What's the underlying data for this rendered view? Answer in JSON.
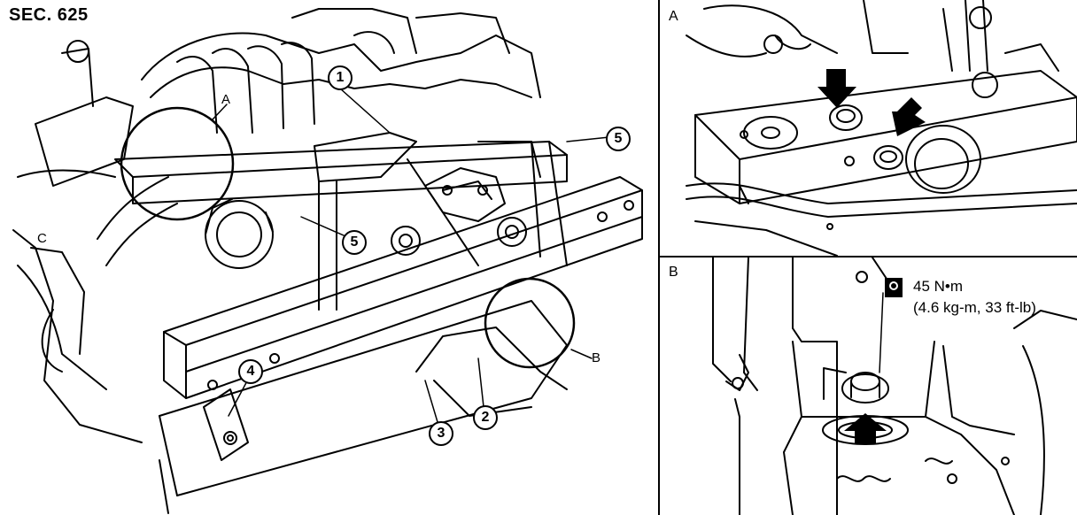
{
  "section": "SEC. 625",
  "main": {
    "callouts": [
      "1",
      "2",
      "3",
      "4",
      "5",
      "5"
    ],
    "detail_labels": [
      "A",
      "B",
      "C"
    ]
  },
  "panel_a": {
    "label": "A"
  },
  "panel_b": {
    "label": "B",
    "torque_value": "45 N•m",
    "torque_alt": "(4.6 kg-m, 33 ft-lb)"
  },
  "icons": [
    "torque-wrench-icon",
    "arrow-down-icon",
    "arrow-up-icon"
  ]
}
